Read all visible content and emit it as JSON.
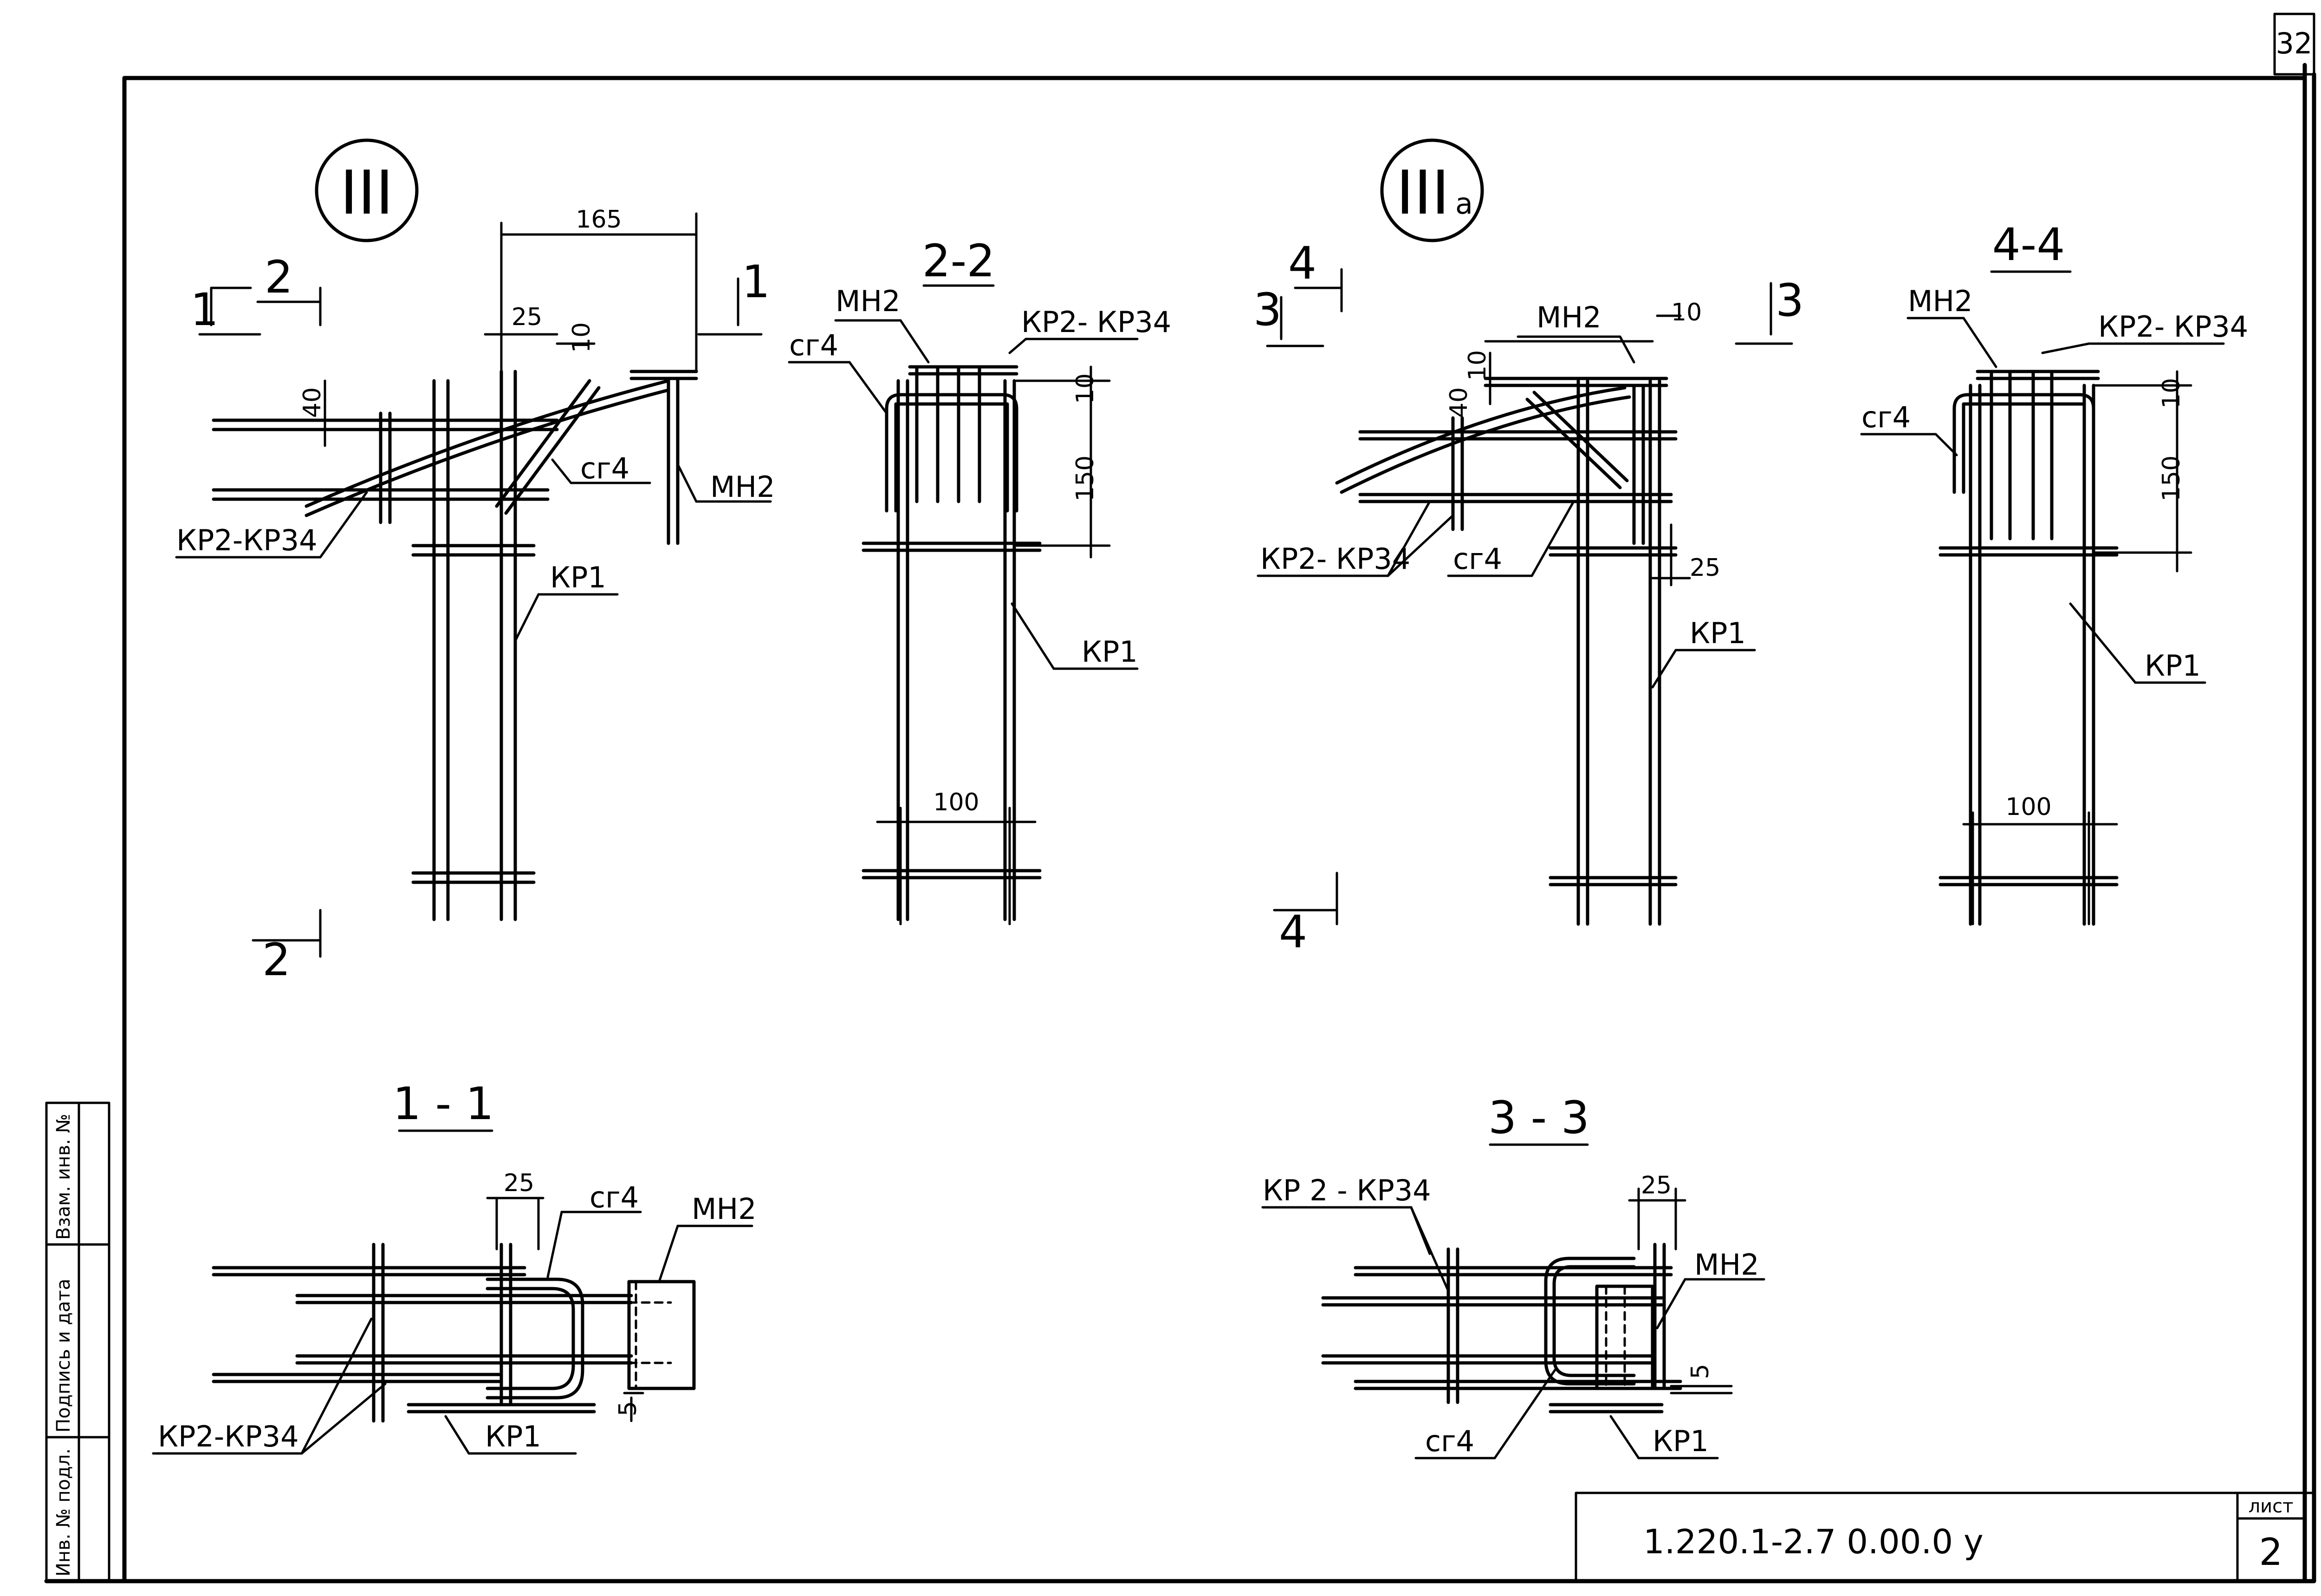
{
  "sheet": {
    "page_number": "32",
    "code": "1.220.1-2.7   0.00.0 у",
    "list_label": "лист",
    "list_number": "2"
  },
  "side_stamp": {
    "field_1": "Инв. № подл.",
    "field_2": "Подпись и дата",
    "field_3": "Взам. инв. №"
  },
  "node_III": {
    "node_id": "III",
    "section_marks": {
      "cut_1": "1",
      "cut_2_top": "2",
      "cut_2_bottom": "2",
      "cut_1_right": "1"
    },
    "dims": {
      "d165": "165",
      "d25": "25",
      "d10": "10",
      "d40": "40"
    },
    "labels": {
      "sg4": "сг4",
      "mn2": "МН2",
      "kr2_kr34": "КР2-КР34",
      "kr1": "КР1"
    }
  },
  "section_2_2": {
    "title": "2-2",
    "dims": {
      "d10": "10",
      "d150": "150",
      "d100": "100"
    },
    "labels": {
      "mn2": "МН2",
      "kr2_kr34": "КР2- КР34",
      "sg4": "сг4",
      "kr1": "КР1"
    }
  },
  "node_IIIa": {
    "node_id": "III",
    "node_sub": "а",
    "section_marks": {
      "cut_3_left": "3",
      "cut_4_top": "4",
      "cut_3_right": "3",
      "cut_4_bottom": "4"
    },
    "dims": {
      "d10a": "10",
      "d10b": "10",
      "d40": "40",
      "d25": "25"
    },
    "labels": {
      "mn2": "МН2",
      "kr2_kr34": "КР2- КР34",
      "sg4": "сг4",
      "kr1": "КР1"
    }
  },
  "section_4_4": {
    "title": "4-4",
    "dims": {
      "d10": "10",
      "d150": "150",
      "d100": "100"
    },
    "labels": {
      "mn2": "МН2",
      "kr2_kr34": "КР2- КР34",
      "sg4": "сг4",
      "kr1": "КР1"
    }
  },
  "section_1_1": {
    "title": "1 - 1",
    "dims": {
      "d25": "25",
      "d5": "5"
    },
    "labels": {
      "sg4": "сг4",
      "mn2": "МН2",
      "kr2_kr34": "КР2-КР34",
      "kr1": "КР1"
    }
  },
  "section_3_3": {
    "title": "3 - 3",
    "dims": {
      "d25": "25",
      "d5": "5"
    },
    "labels": {
      "kr2_kr34": "КР 2 - КР34",
      "mn2": "МН2",
      "sg4": "сг4",
      "kr1": "КР1"
    }
  }
}
